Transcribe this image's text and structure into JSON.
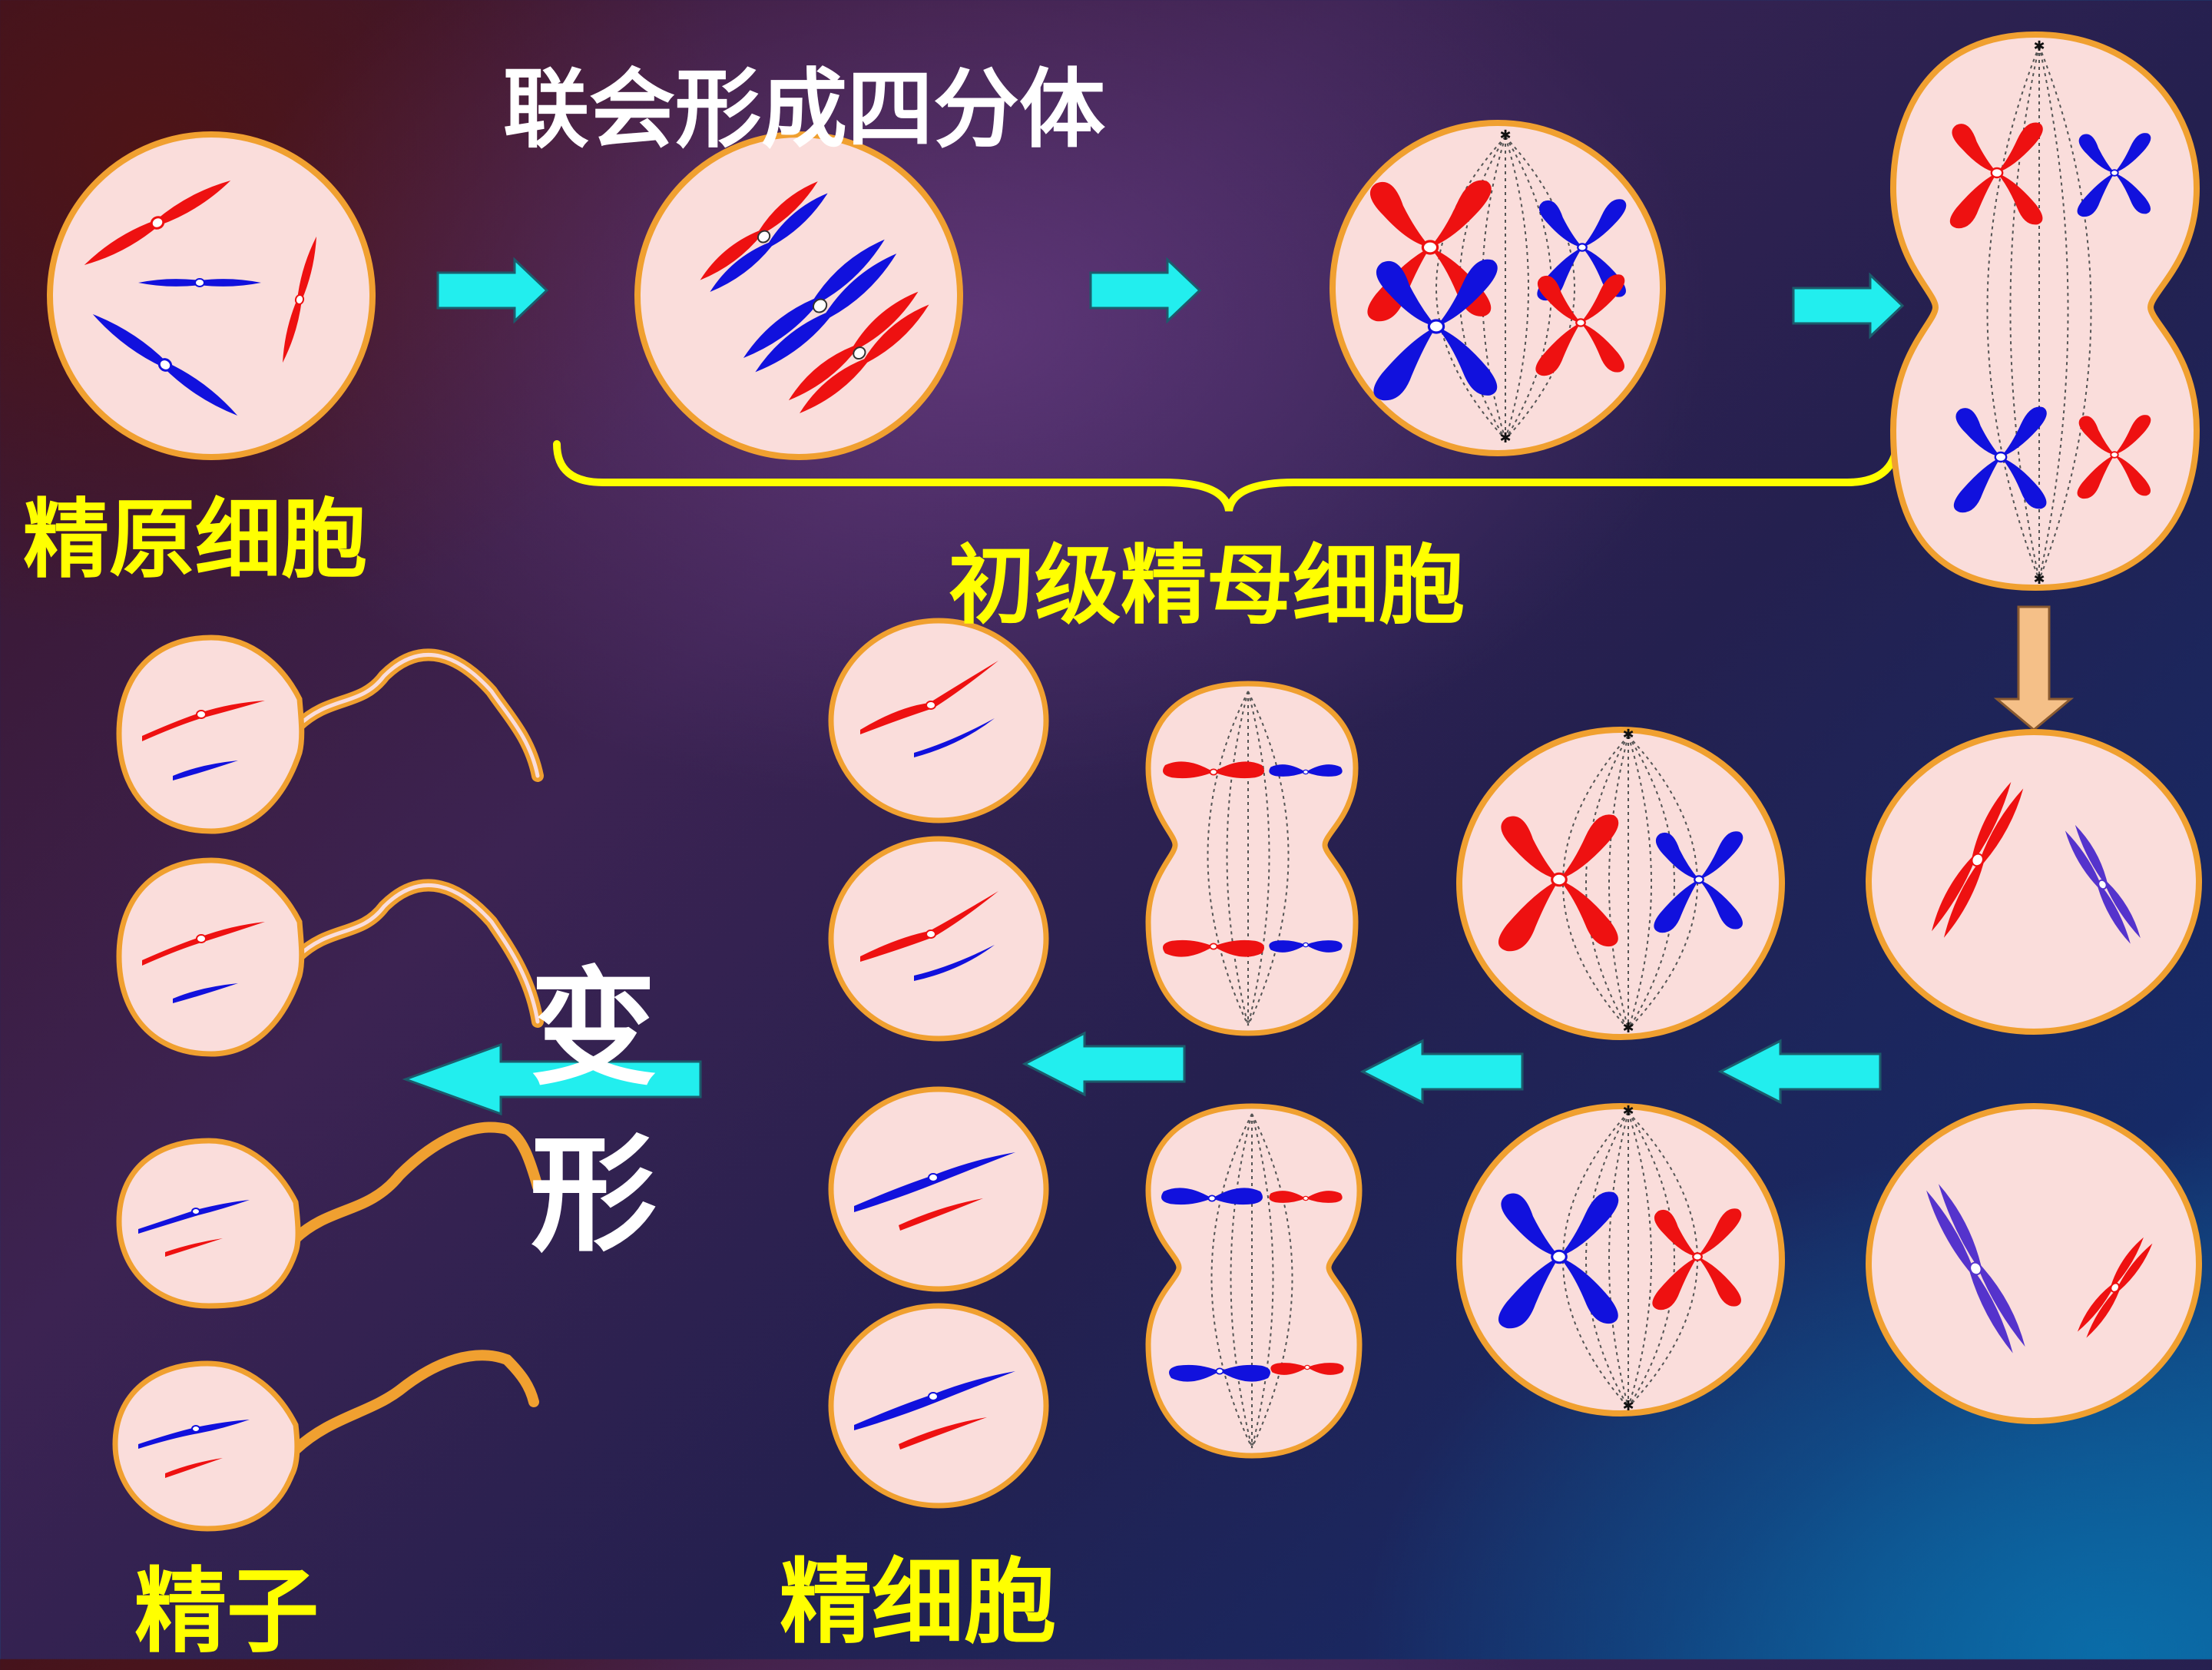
{
  "labels": {
    "synapsis": "联会形成四分体",
    "spermatogonium": "精原细胞",
    "primary_spermatocyte": "初级精母细胞",
    "spermatid": "精细胞",
    "sperm": "精子",
    "metamorphosis_1": "变",
    "metamorphosis_2": "形"
  },
  "colors": {
    "cell_fill": "#fadddb",
    "cell_border": "#f0a030",
    "chrom_red": "#ee1111",
    "chrom_blue": "#1111dd",
    "chrom_violet": "#5533cc",
    "arrow_cyan": "#22eeee",
    "arrow_peach": "#f5c088",
    "brace_yellow": "#ffff00"
  }
}
